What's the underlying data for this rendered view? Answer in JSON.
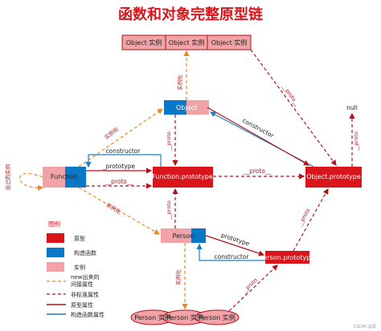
{
  "title": "函数和对象完整原型链",
  "colors": {
    "red": "#d9151b",
    "blue": "#0a78c8",
    "pink": "#f1a3a8",
    "orange": "#e88a1e",
    "dark_red": "#b0141a",
    "line_blue": "#1f7fc6"
  },
  "nodes": {
    "object_instance": "Object 实例",
    "object": "Object",
    "function": "Function",
    "function_prototype": "Function.prototype",
    "object_prototype": "Object.prototype",
    "null": "null",
    "person": "Person",
    "person_prototype": "Person.prototype",
    "person_instance": "Person 实例"
  },
  "edge_labels": {
    "instantiate": "实例化",
    "self_instantiate": "自己的实例",
    "constructor": "constructor",
    "prototype": "prototype",
    "_prototype": "_prototype",
    "__proto__": "__proto__",
    "___proto__": "__proto__",
    "proto": "__proto"
  },
  "legend": {
    "heading": "图例",
    "items": [
      {
        "key": "prototype-object",
        "label": "原型"
      },
      {
        "key": "constructor",
        "label": "构造函数"
      },
      {
        "key": "instance",
        "label": "实例"
      },
      {
        "key": "new-line",
        "label": "new出来的"
      },
      {
        "key": "new-line-2",
        "label": "间接属性"
      },
      {
        "key": "nonstandard",
        "label": "非标准属性"
      },
      {
        "key": "proto-attr",
        "label": "原型属性"
      },
      {
        "key": "ctor-attr",
        "label": "构造函数属性"
      }
    ]
  },
  "watermark": "CSDN @钛"
}
